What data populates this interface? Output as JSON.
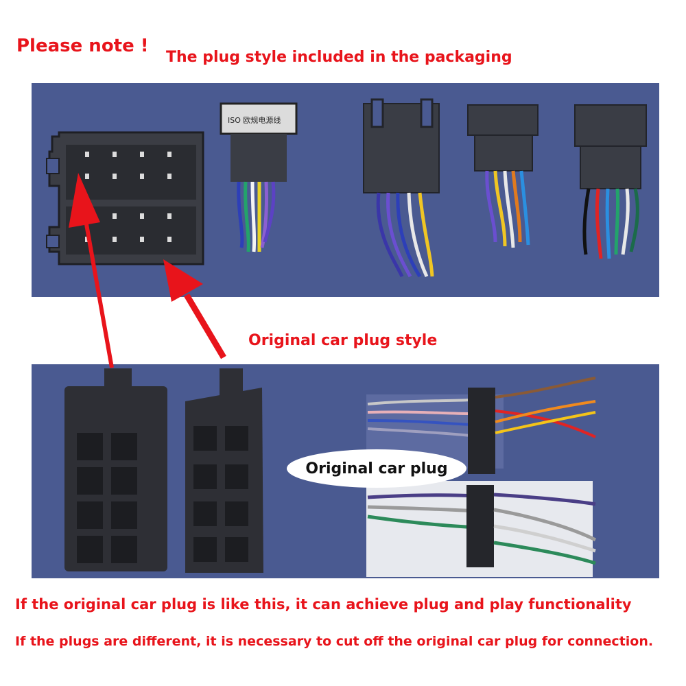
{
  "heading": "Please note !",
  "subheading": "The plug style included in the packaging",
  "mid_caption": "Original car plug style",
  "plug_label": "Original car plug",
  "iso_label": "ISO 欧规电源线",
  "footer_line1": "If the original car plug is like this, it can achieve plug and play functionality",
  "footer_line2": "If the plugs are different, it is necessary to cut off the original car plug for connection.",
  "colors": {
    "accent_red": "#e8141b",
    "panel_blue": "#4a5a91"
  }
}
